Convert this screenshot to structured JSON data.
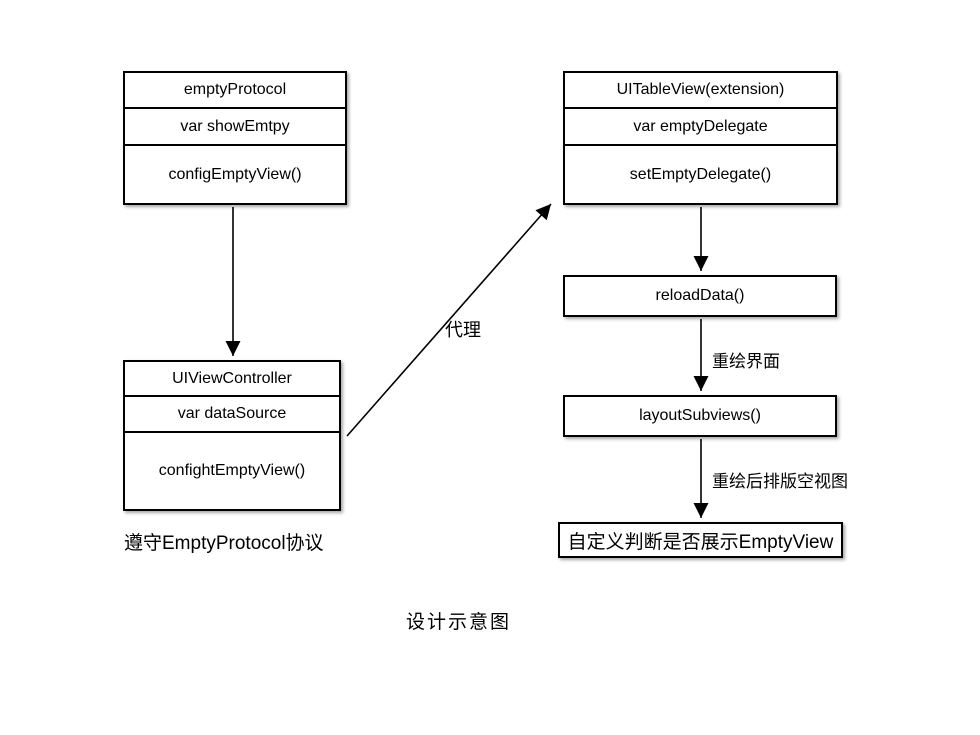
{
  "boxes": {
    "empty_protocol": {
      "rows": [
        "emptyProtocol",
        "var showEmtpy",
        "configEmptyView()"
      ]
    },
    "view_controller": {
      "rows": [
        "UIViewController",
        "var dataSource",
        "confightEmptyView()"
      ]
    },
    "table_view": {
      "rows": [
        "UITableView(extension)",
        "var emptyDelegate",
        "setEmptyDelegate()"
      ]
    },
    "reload_data": {
      "label": "reloadData()"
    },
    "layout_subviews": {
      "label": "layoutSubviews()"
    },
    "custom_judge": {
      "label": "自定义判断是否展示EmptyView"
    }
  },
  "edge_labels": {
    "delegate": "代理",
    "redraw": "重绘界面",
    "relayout": "重绘后排版空视图"
  },
  "annotations": {
    "conform_protocol": "遵守EmptyProtocol协议",
    "caption": "设计示意图"
  },
  "colors": {
    "stroke": "#000000",
    "box_fill": "#ffffff",
    "background": "#ffffff"
  }
}
